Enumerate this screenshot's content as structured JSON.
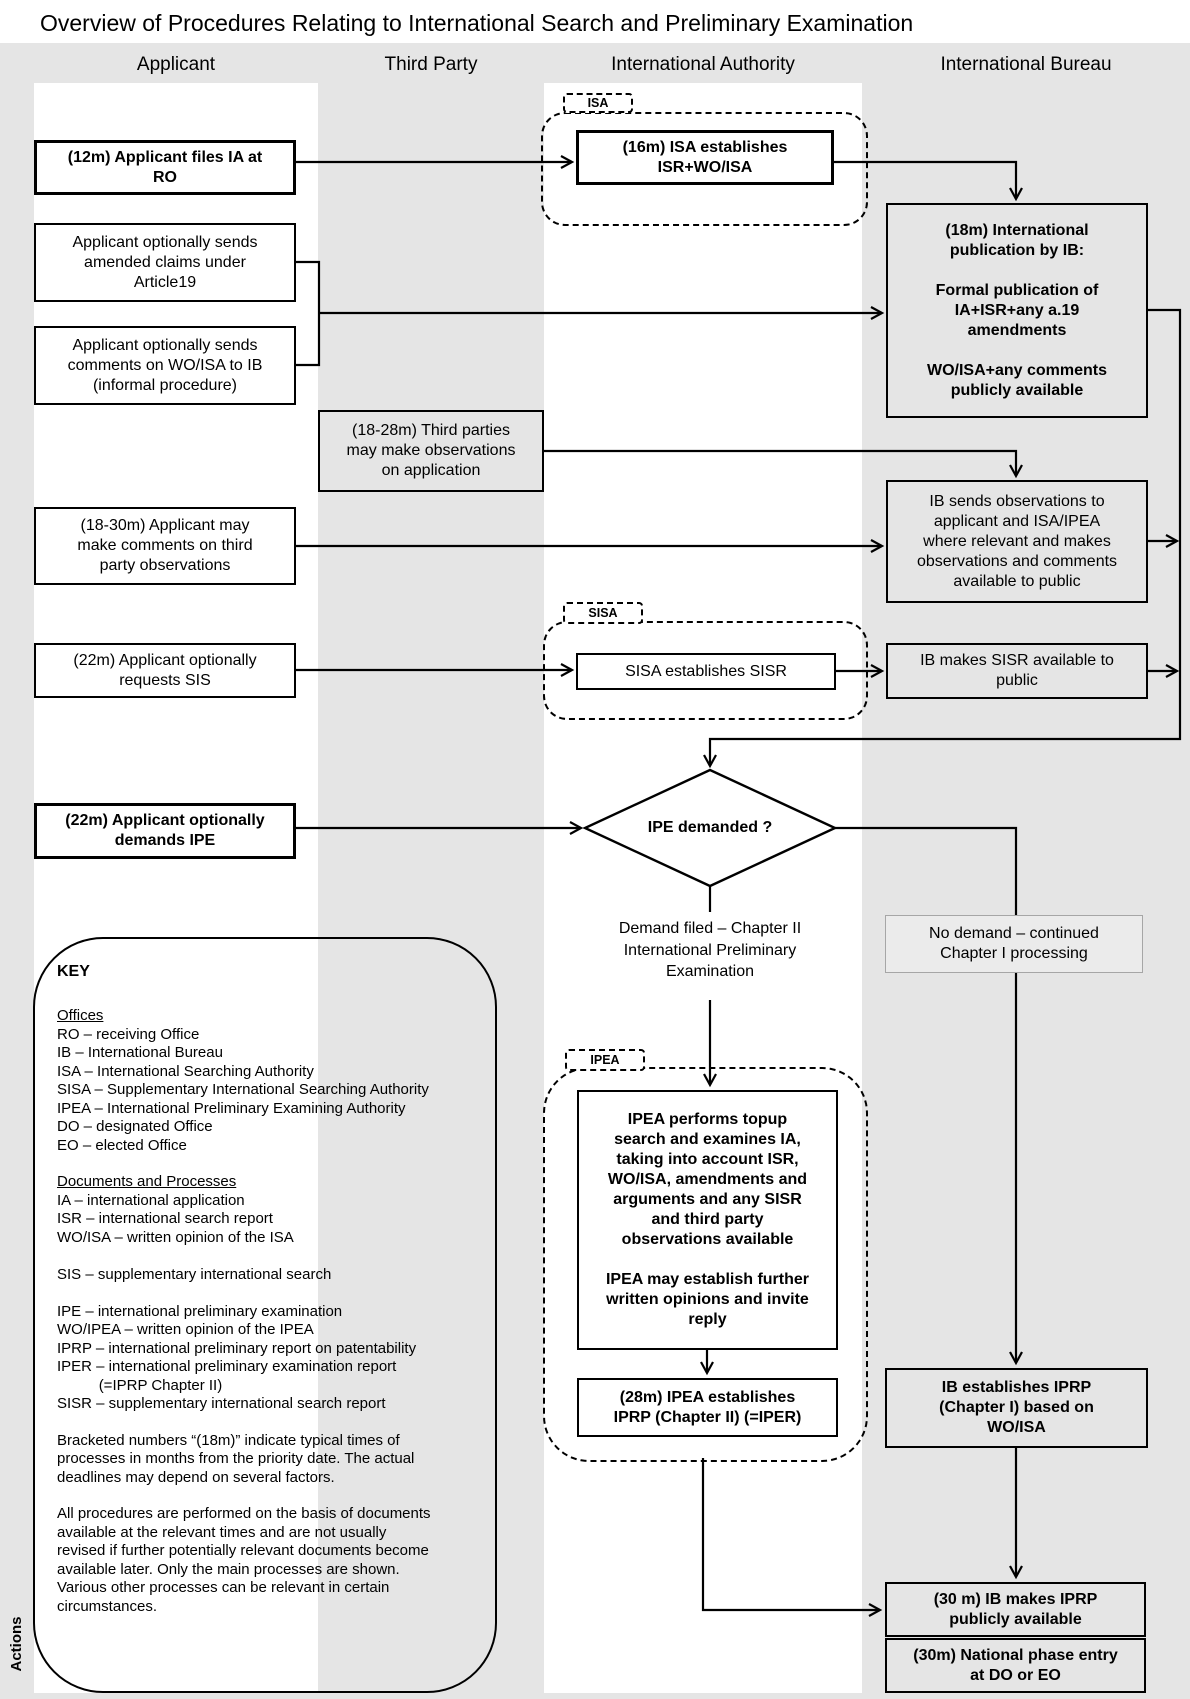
{
  "title": "Overview of Procedures Relating to International Search and Preliminary Examination",
  "columns": [
    {
      "label": "Applicant"
    },
    {
      "label": "Third Party"
    },
    {
      "label": "International Authority"
    },
    {
      "label": "International Bureau"
    }
  ],
  "groups": {
    "isa": "ISA",
    "sisa": "SISA",
    "ipea": "IPEA"
  },
  "nodes": {
    "files_ia": "(12m) Applicant files IA at\nRO",
    "isa_establishes": "(16m) ISA establishes\nISR+WO/ISA",
    "amended_claims": "Applicant optionally sends\namended claims under\nArticle19",
    "comments_woisa": "Applicant optionally sends\ncomments on WO/ISA to IB\n(informal procedure)",
    "publication": "(18m) International\npublication by IB:\n\nFormal publication of\nIA+ISR+any a.19\namendments\n\nWO/ISA+any comments\npublicly available",
    "third_party_obs": "(18-28m) Third parties\nmay make observations\non application",
    "applicant_comments": "(18-30m) Applicant may\nmake comments on third\nparty observations",
    "ib_observations": "IB sends observations to\napplicant and ISA/IPEA\nwhere relevant and makes\nobservations and comments\navailable to public",
    "requests_sis": "(22m) Applicant optionally\nrequests SIS",
    "sisa_establishes": "SISA establishes SISR",
    "ib_sisr": "IB makes SISR available to\npublic",
    "demands_ipe": "(22m) Applicant optionally\ndemands IPE",
    "ipe_demanded": "IPE demanded ?",
    "no_demand": "No demand – continued\nChapter I processing",
    "demand_filed": "Demand filed – Chapter II\nInternational Preliminary\nExamination",
    "ipea_performs": "IPEA performs topup\nsearch and examines IA,\ntaking into account ISR,\nWO/ISA, amendments and\narguments and any SISR\nand third party\nobservations available\n\nIPEA may establish further\nwritten opinions and invite\nreply",
    "ipea_establishes": "(28m) IPEA establishes\nIPRP (Chapter II) (=IPER)",
    "ib_iprp_ch1": "IB establishes IPRP\n(Chapter I) based on\nWO/ISA",
    "ib_makes_iprp": "(30 m) IB makes IPRP\npublicly available",
    "national_phase": "(30m) National phase entry\nat DO or EO"
  },
  "key": {
    "heading": "KEY",
    "offices_title": "Offices",
    "offices": [
      "RO – receiving Office",
      "IB – International Bureau",
      "ISA – International Searching Authority",
      "SISA – Supplementary International Searching Authority",
      "IPEA – International Preliminary Examining Authority",
      "DO – designated Office",
      "EO – elected Office"
    ],
    "docs_title": "Documents and Processes",
    "docs": [
      "IA – international application",
      "ISR – international search report",
      "WO/ISA – written opinion of the ISA",
      "",
      "SIS – supplementary international search",
      "",
      "IPE – international preliminary examination",
      "WO/IPEA – written opinion of the IPEA",
      "IPRP – international preliminary report on patentability",
      "IPER – international preliminary examination report",
      "          (=IPRP Chapter II)",
      "SISR – supplementary international search report"
    ],
    "notes": [
      "Bracketed numbers “(18m)” indicate typical times of\nprocesses in months from the priority date.  The actual\ndeadlines may depend on several factors.",
      "All procedures are performed on the basis of documents\navailable at the relevant times and are not usually\nrevised if further potentially relevant documents become\navailable later.  Only the main processes are shown.\nVarious other processes can be relevant in certain\ncircumstances."
    ]
  },
  "sidebar_label": "Actions",
  "colors": {
    "band_gray": "#e5e5e5",
    "box_border": "#000000",
    "no_demand_border": "#a6a6a6"
  }
}
